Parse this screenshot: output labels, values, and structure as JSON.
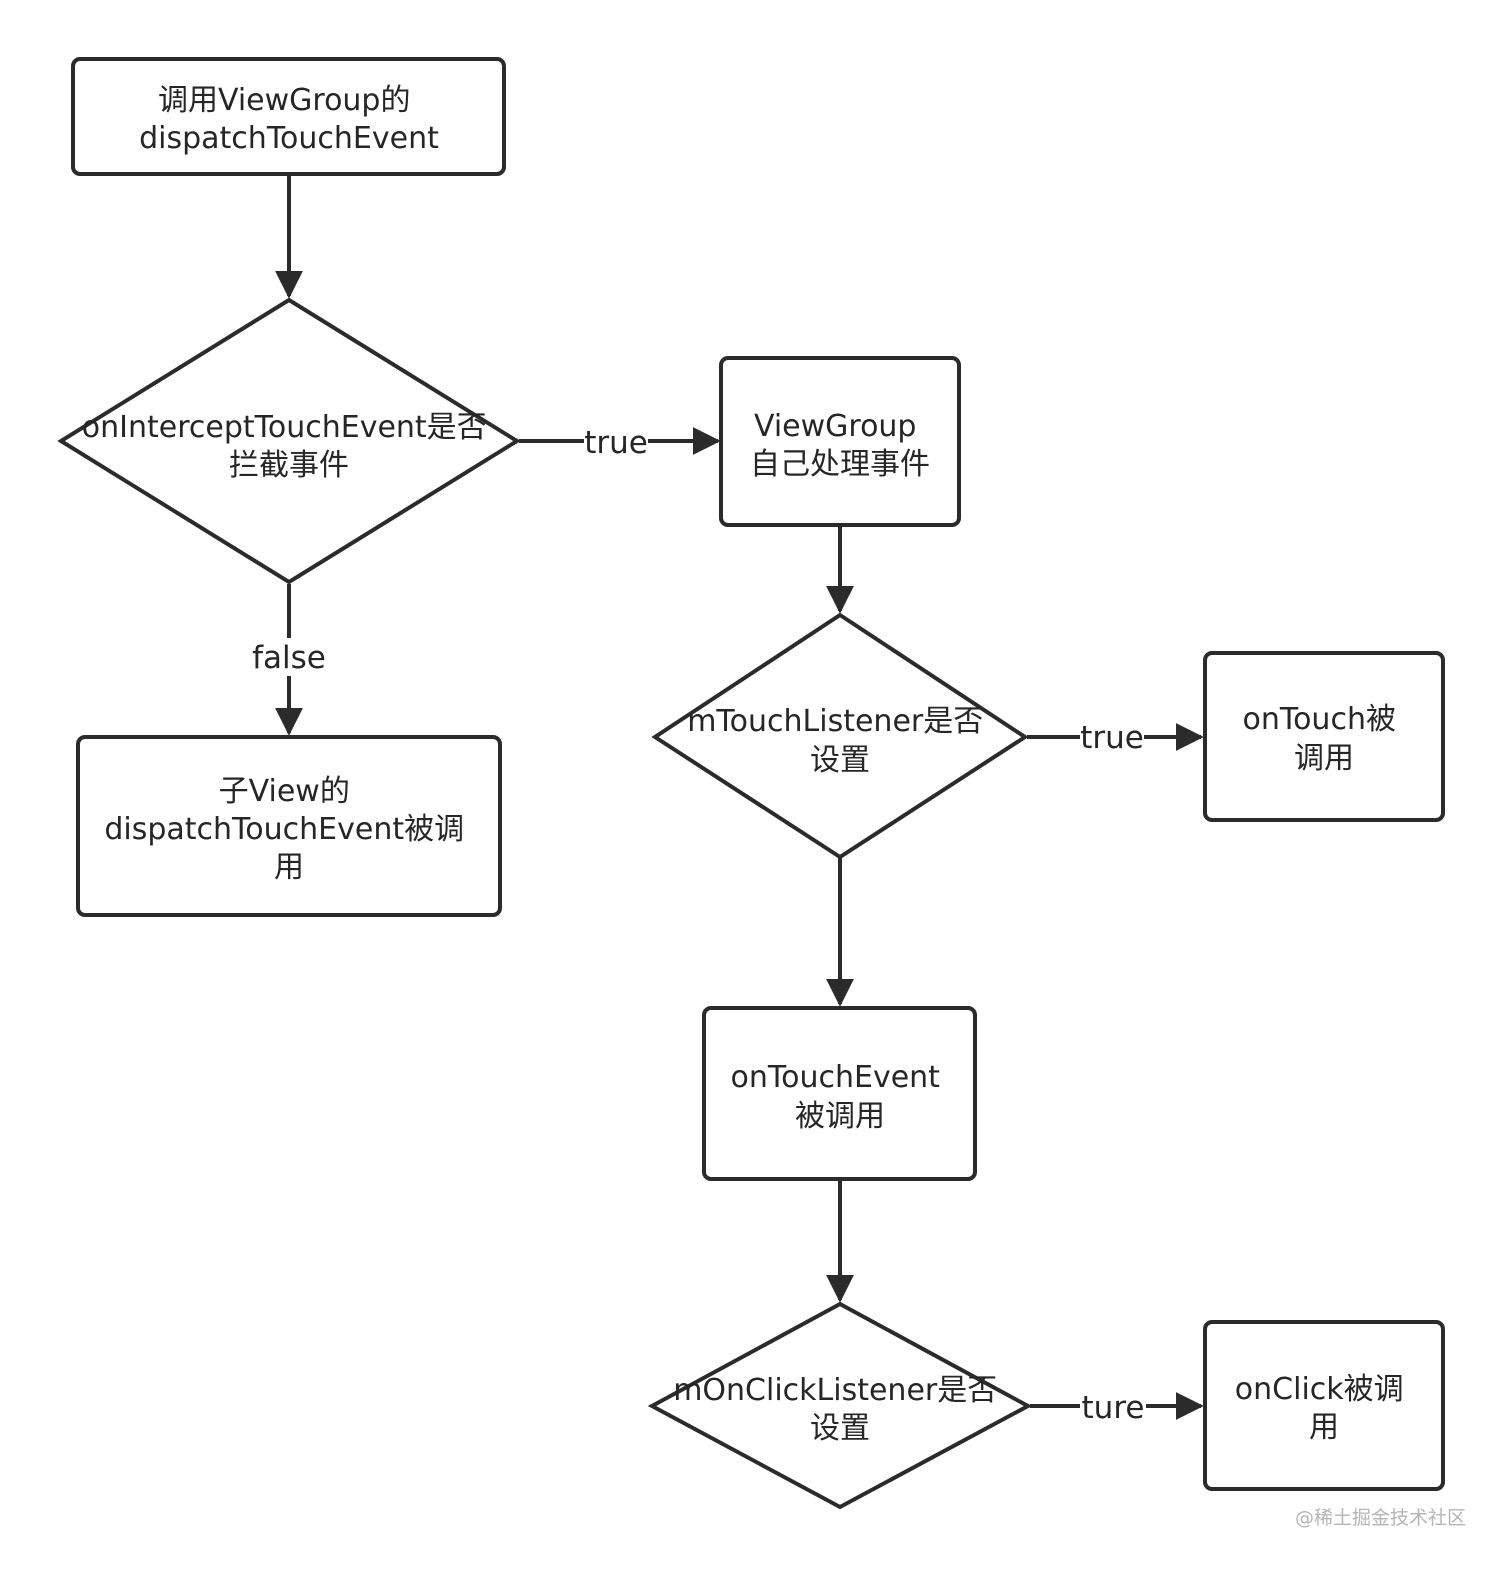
{
  "nodes": {
    "start": {
      "lines": [
        "调用ViewGroup的",
        "dispatchTouchEvent"
      ]
    },
    "intercept": {
      "lines": [
        "onInterceptTouchEvent是否",
        "拦截事件"
      ]
    },
    "self_handle": {
      "lines": [
        "ViewGroup",
        "自己处理事件"
      ]
    },
    "child": {
      "lines": [
        "子View的",
        "dispatchTouchEvent被调",
        "用"
      ]
    },
    "touch_listener": {
      "lines": [
        "mTouchListener是否",
        "设置"
      ]
    },
    "on_touch": {
      "lines": [
        "onTouch被",
        "调用"
      ]
    },
    "on_touch_event": {
      "lines": [
        "onTouchEvent",
        "被调用"
      ]
    },
    "click_listener": {
      "lines": [
        "mOnClickListener是否",
        "设置"
      ]
    },
    "on_click": {
      "lines": [
        "onClick被调",
        "用"
      ]
    }
  },
  "edges": {
    "intercept_true": "true",
    "intercept_false": "false",
    "touch_true": "true",
    "click_true": "ture"
  },
  "watermark": "@稀土掘金技术社区",
  "colors": {
    "stroke": "#2b2b2b",
    "text": "#262626",
    "watermark": "#b5b5b5"
  }
}
